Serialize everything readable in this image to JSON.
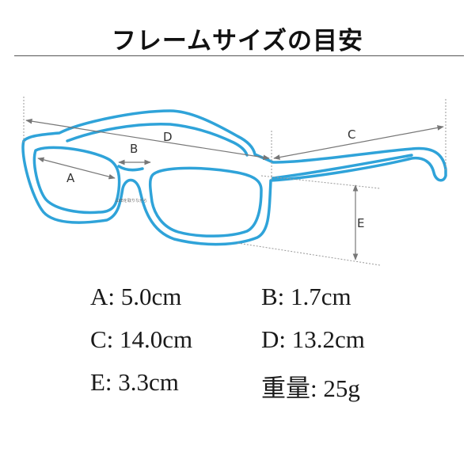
{
  "title": "フレームサイズの目安",
  "dimension_labels": {
    "a": "A",
    "b": "B",
    "c": "C",
    "d": "D",
    "e": "E"
  },
  "lens_small_print": "山田を取りながら",
  "specs": [
    {
      "label": "A: 5.0cm"
    },
    {
      "label": "B: 1.7cm"
    },
    {
      "label": "C: 14.0cm"
    },
    {
      "label": "D: 13.2cm"
    },
    {
      "label": "E: 3.3cm"
    },
    {
      "label": "重量: 25g"
    }
  ],
  "colors": {
    "frame": "#2fa3d9",
    "dimension_line": "#777777"
  }
}
